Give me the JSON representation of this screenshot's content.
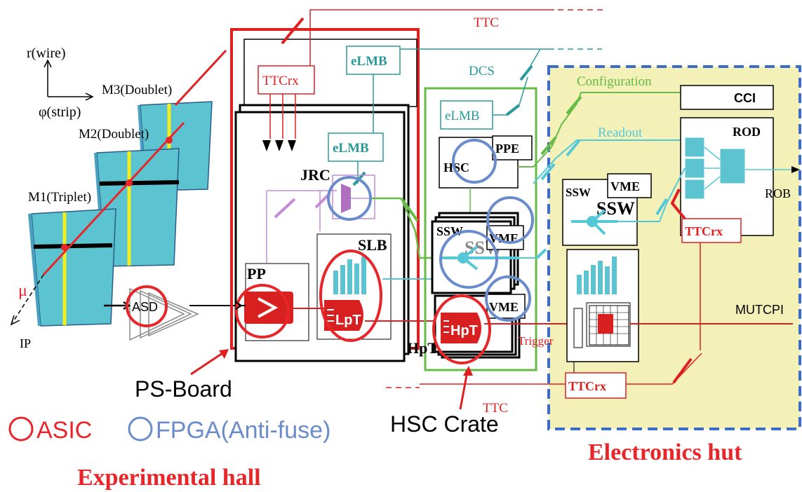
{
  "labels": {
    "r_wire": "r(wire)",
    "phi_strip": "φ(strip)",
    "m3": "M3(Doublet)",
    "m2": "M2(Doublet)",
    "m1": "M1(Triplet)",
    "mu": "μ",
    "ip": "IP",
    "asd": "ASD",
    "ttc_top": "TTC",
    "ttc_bottom": "TTC",
    "dcs": "DCS",
    "configuration": "Configuration",
    "readout": "Readout",
    "ttcrx_ps": "TTCrx",
    "elmb_1": "eLMB",
    "elmb_2": "eLMB",
    "elmb_3": "eLMB",
    "jrc": "JRC",
    "slb": "SLB",
    "pp": "PP",
    "lpt": "LpT",
    "hsc": "HSC",
    "ppe": "PPE",
    "ssw_small": "SSW",
    "ssw_big": "SSW",
    "vme_1": "VME",
    "vme_2": "VME",
    "hpt": "HpT",
    "hpt_back": "HpT",
    "cci": "CCI",
    "rod": "ROD",
    "rob": "ROB",
    "ssw_hut_small": "SSW",
    "ssw_hut_big": "SSW",
    "vme_hut": "VME",
    "ttcrx_hut_1": "TTCrx",
    "ttcrx_hut_2": "TTCrx",
    "mutcpi": "MUTCPI",
    "trigger": "Trigger",
    "ps_board": "PS-Board",
    "hsc_crate": "HSC Crate",
    "legend_asic": "ASIC",
    "legend_fpga": "FPGA(Anti-fuse)",
    "experimental_hall": "Experimental hall",
    "electronics_hut": "Electronics hut"
  },
  "colors": {
    "asic": "#e8262a",
    "fpga": "#6a8ccc",
    "ps_board": "#e02020",
    "hsc_crate": "#66bb44",
    "hut_bg": "#f3f0b8",
    "hut_border": "#3a6cc8",
    "chamber": "#5cc4d0",
    "teal": "#2a9a9a",
    "configuration": "#66bb44",
    "readout": "#55c8d8",
    "lilac": "#c58bd8"
  }
}
